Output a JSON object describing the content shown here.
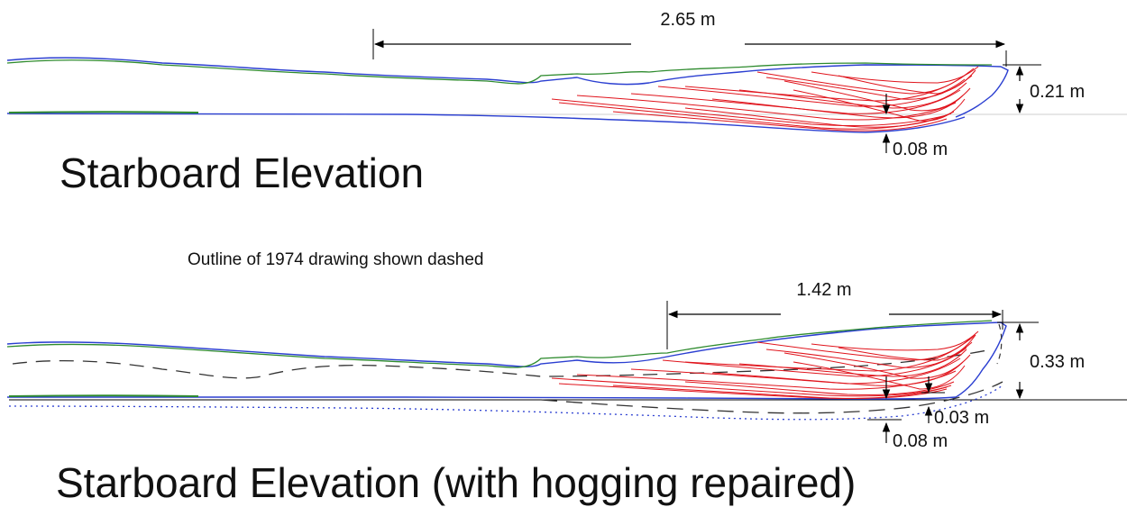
{
  "top_panel": {
    "title": "Starboard Elevation",
    "length_label": "2.65 m",
    "height_label": "0.21 m",
    "depth_label": "0.08 m"
  },
  "bottom_panel": {
    "note": "Outline of 1974 drawing shown dashed",
    "title": "Starboard Elevation (with hogging repaired)",
    "length_label": "1.42 m",
    "height_label": "0.33 m",
    "depth_label_a": "0.03 m",
    "depth_label_b": "0.08 m"
  },
  "colors": {
    "outline_blue": "#2b3fd1",
    "outline_green": "#2e8b2e",
    "planking_red": "#e0141c",
    "dashed_1974": "#333333",
    "dimension": "#000000"
  }
}
